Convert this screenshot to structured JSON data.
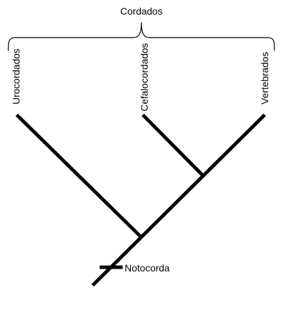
{
  "diagram": {
    "group_label": "Cordados",
    "taxa": {
      "urocordados": "Urocordados",
      "cefalocordados": "Cefalocordados",
      "vertebrados": "Vertebrados"
    },
    "trait_label": "Notocorda"
  }
}
